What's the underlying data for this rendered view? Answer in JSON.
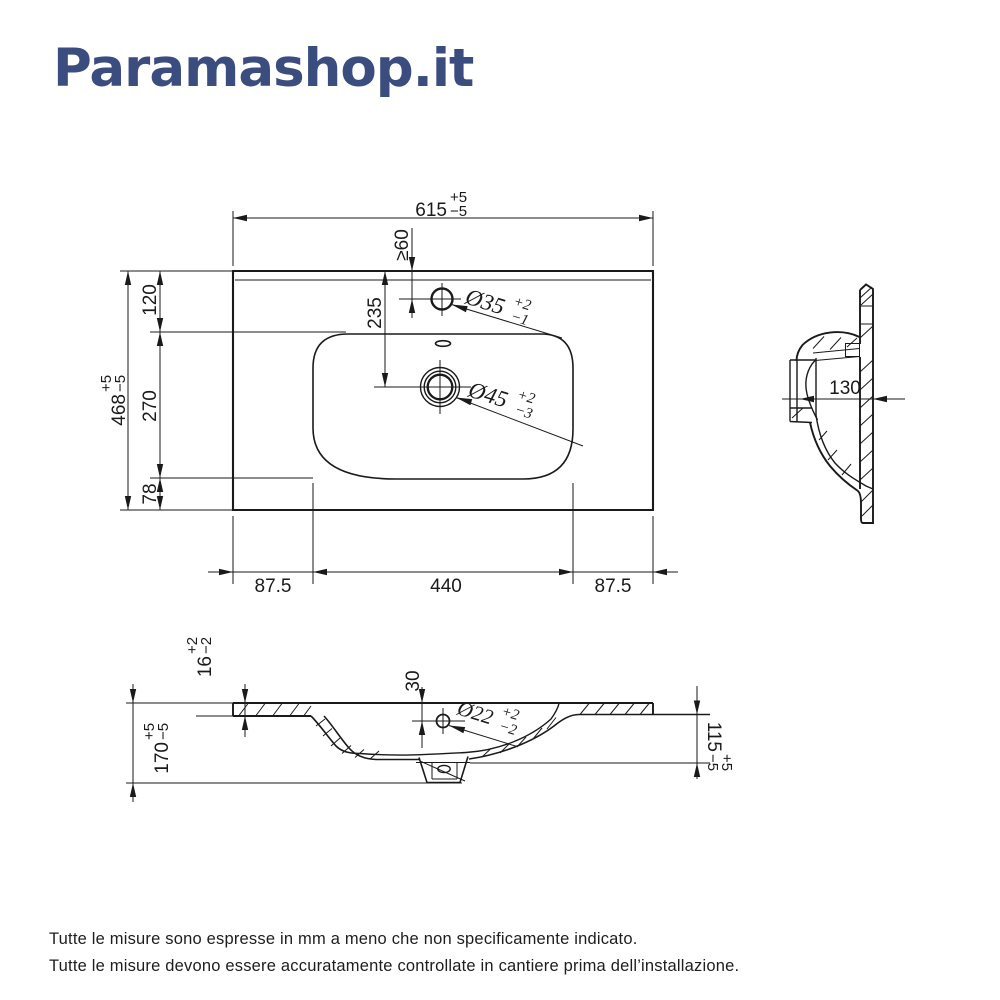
{
  "brand": {
    "logo_text": "Paramashop.it",
    "logo_color": "#3a4d7e"
  },
  "drawing": {
    "line_color": "#1a1a1a",
    "plan_view": {
      "width_total": {
        "value": "615",
        "tol_plus": "+5",
        "tol_minus": "−5"
      },
      "depth_total": {
        "value": "468",
        "tol_plus": "+5",
        "tol_minus": "−5"
      },
      "depth_segments": [
        "120",
        "270",
        "78"
      ],
      "back_clearance": "≥60",
      "tap_hole_offset": "235",
      "tap_hole": {
        "value": "Ø35",
        "tol_plus": "+2",
        "tol_minus": "−1"
      },
      "drain_hole": {
        "value": "Ø45",
        "tol_plus": "+2",
        "tol_minus": "−3"
      },
      "width_segments": [
        "87.5",
        "440",
        "87.5"
      ]
    },
    "side_view": {
      "depth": "130"
    },
    "front_view": {
      "rim_thickness": {
        "value": "16",
        "tol_plus": "+2",
        "tol_minus": "−2"
      },
      "total_height": {
        "value": "170",
        "tol_plus": "+5",
        "tol_minus": "−5"
      },
      "overflow_offset": "30",
      "overflow_hole": {
        "value": "Ø22",
        "tol_plus": "+2",
        "tol_minus": "−2"
      },
      "basin_height": {
        "value": "115",
        "tol_plus": "+5",
        "tol_minus": "−5"
      }
    }
  },
  "footer": {
    "line1": "Tutte le misure sono espresse in mm a meno che non specificamente indicato.",
    "line2": "Tutte le misure devono essere accuratamente controllate in cantiere prima dell’installazione."
  }
}
